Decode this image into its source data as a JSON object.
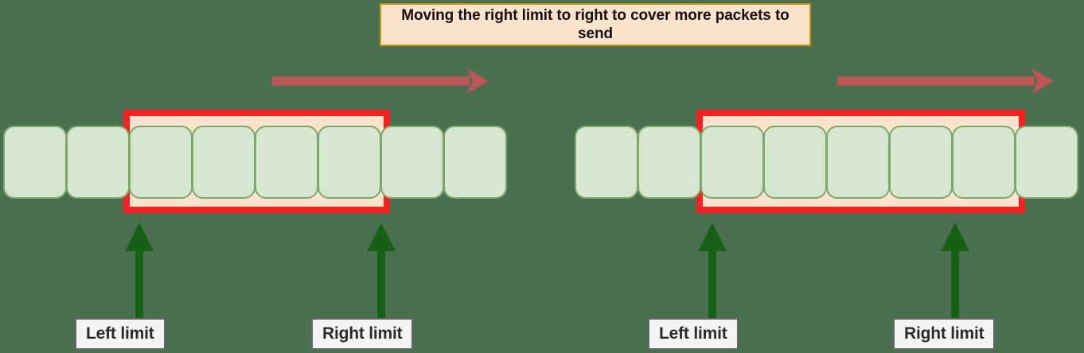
{
  "background_color": "#4a7050",
  "banner": {
    "text": "Moving the right limit to right to cover more packets to send",
    "fill": "#fce4cc",
    "border": "#c8960c"
  },
  "colors": {
    "packet_fill": "#d6e6d1",
    "packet_border": "#7da968",
    "window_border": "#fb2020",
    "window_fill": "#fce3ce",
    "motion_arrow": "#c05555",
    "pointer_arrow": "#166016",
    "label_fill": "#f4f4f4",
    "label_border": "#656565",
    "label_text": "#2b2b2b"
  },
  "diagrams": [
    {
      "id": "before",
      "name": "left-diagram",
      "packet_count": 8,
      "window_start_index": 2,
      "window_packet_count": 4,
      "motion_arrow_label": "rightward-motion-arrow",
      "pointers": [
        {
          "name": "left-limit",
          "label": "Left limit"
        },
        {
          "name": "right-limit",
          "label": "Right limit"
        }
      ]
    },
    {
      "id": "after",
      "name": "right-diagram",
      "packet_count": 8,
      "window_start_index": 2,
      "window_packet_count": 5,
      "motion_arrow_label": "rightward-motion-arrow",
      "pointers": [
        {
          "name": "left-limit",
          "label": "Left limit"
        },
        {
          "name": "right-limit",
          "label": "Right limit"
        }
      ]
    }
  ]
}
